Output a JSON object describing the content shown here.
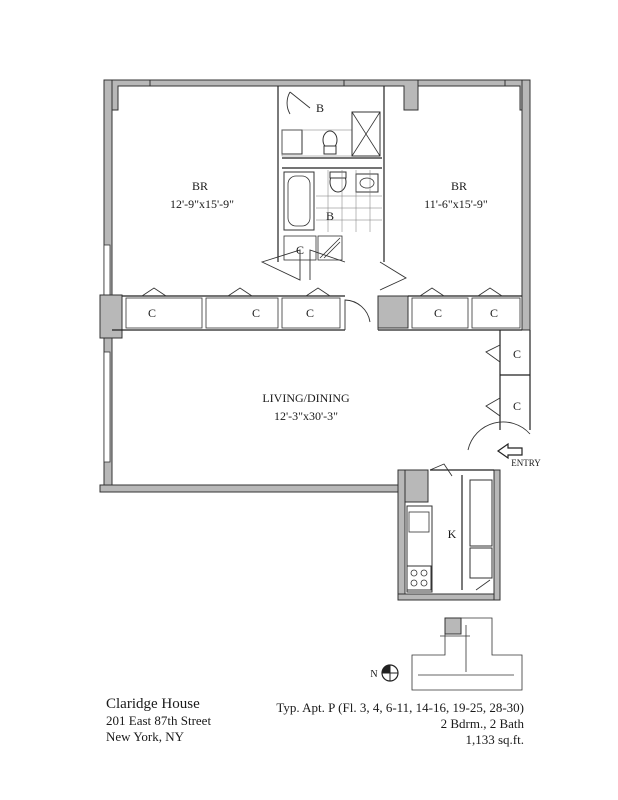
{
  "rooms": {
    "br_left": {
      "label": "BR",
      "dims": "12'-9\"x15'-9\""
    },
    "br_right": {
      "label": "BR",
      "dims": "11'-6\"x15'-9\""
    },
    "living": {
      "label": "LIVING/DINING",
      "dims": "12'-3\"x30'-3\""
    },
    "kitchen": {
      "label": "K"
    },
    "bath_top": {
      "label": "B"
    },
    "bath_mid": {
      "label": "B"
    },
    "closet_label": "C"
  },
  "entry_label": "ENTRY",
  "compass_label": "N",
  "building": {
    "name": "Claridge House",
    "address": "201 East 87th Street",
    "city": "New York, NY"
  },
  "unit": {
    "type": "Typ. Apt. P (Fl. 3, 4, 6-11, 14-16, 19-25, 28-30)",
    "beds_baths": "2 Bdrm., 2 Bath",
    "area": "1,133 sq.ft."
  },
  "colors": {
    "wall_fill": "#b8b8b8",
    "line": "#222222"
  }
}
